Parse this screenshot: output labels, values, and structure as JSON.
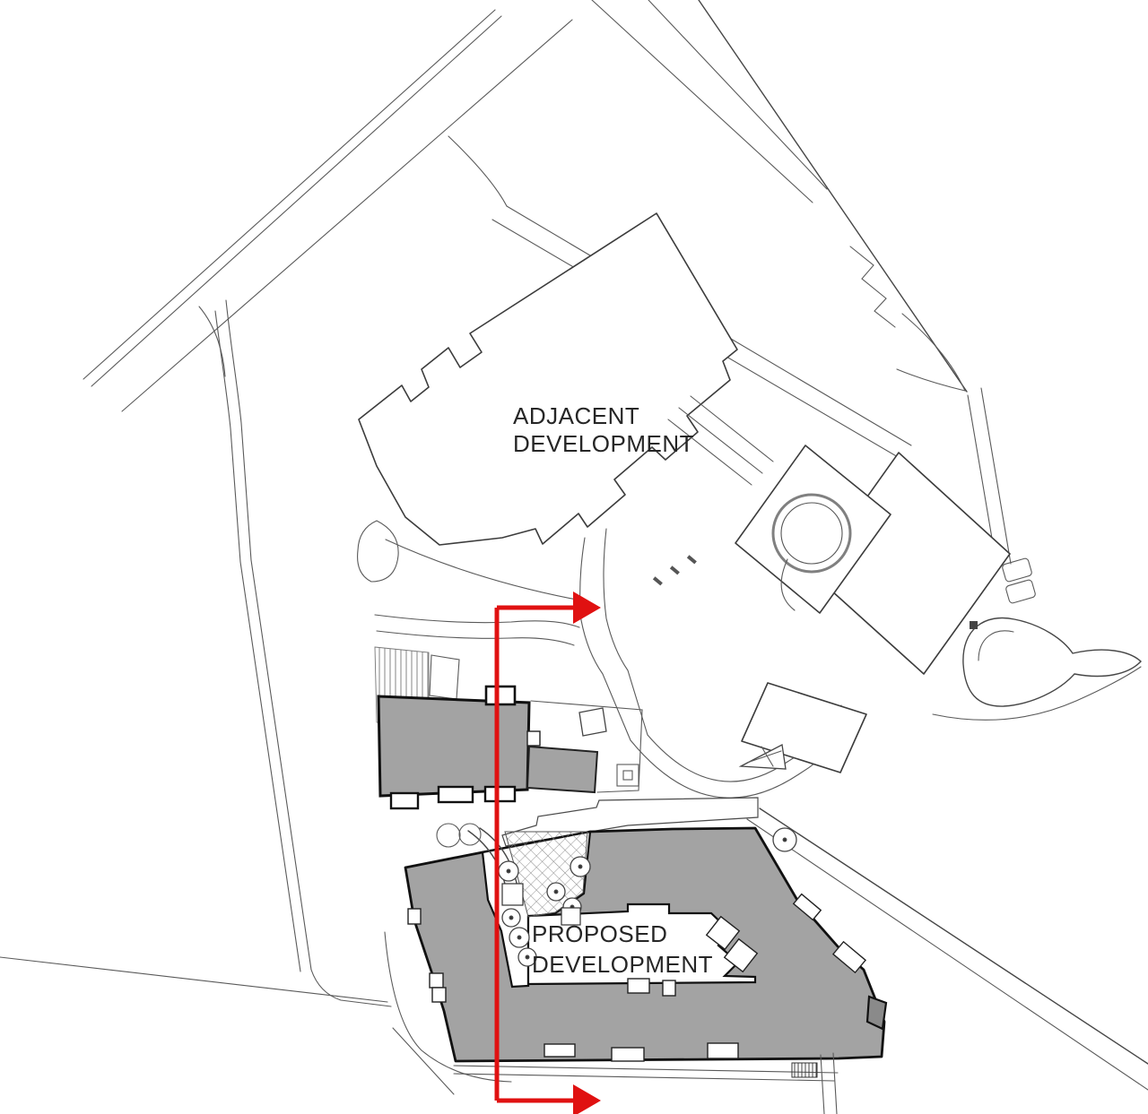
{
  "drawing": {
    "kind": "architectural-site-plan",
    "labels": {
      "adjacent": {
        "line1": "ADJACENT",
        "line2": "DEVELOPMENT"
      },
      "proposed": {
        "line1": "PROPOSED",
        "line2": "DEVELOPMENT"
      }
    },
    "section_line": {
      "orientation": "vertical",
      "arrow_direction": "right",
      "arrow_count": 2
    },
    "colors": {
      "background": "#ffffff",
      "section_line": "#e01111",
      "building_fill": "#a3a3a3",
      "heavy_outline": "#111111",
      "linework": "#5a5a5a"
    }
  }
}
